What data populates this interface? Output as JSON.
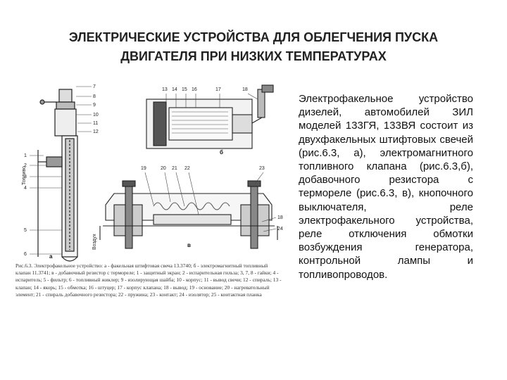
{
  "title": {
    "line1": "ЭЛЕКТРИЧЕСКИЕ УСТРОЙСТВА ДЛЯ ОБЛЕГЧЕНИЯ ПУСКА",
    "line2": "ДВИГАТЕЛЯ ПРИ НИЗКИХ ТЕМПЕРАТУРАХ"
  },
  "body_text": "Электрофакельное устройство дизелей, автомобилей ЗИЛ моделей 133ГЯ, 133ВЯ состоит из двухфакельных штифтовых свечей (рис.6.3, а), электромагнитного топливного клапана (рис.6.3,б), добавочного резистора с термореле (рис.6.3, в), кнопочного выключателя, реле электрофакельного устройства, реле отключения обмотки возбуждения генератора, контрольной лампы и топливопроводов.",
  "figure": {
    "panel_a": "а",
    "panel_b": "б",
    "panel_c": "в",
    "side_label_fuel": "Топливо",
    "side_label_air": "Воздух",
    "callouts_a": [
      "7",
      "8",
      "9",
      "10",
      "11",
      "12",
      "1",
      "2",
      "3",
      "4",
      "5",
      "6"
    ],
    "callouts_b": [
      "13",
      "14",
      "15",
      "16",
      "17",
      "18"
    ],
    "callouts_c": [
      "19",
      "20",
      "21",
      "22",
      "23",
      "18",
      "24"
    ],
    "caption": "Рис.6.3. Электрофакельное устройство: а - факельная штифтовая свеча 13.3740; б - электромагнитный топливный клапан 11.3741; в - добавочный резистор с термореле; 1 - защитный экран; 2 - испарительная гильза; 3, 7, 8 - гайки; 4 - испаритель; 5 - фильтр; 6 - топливный жиклер; 9 - изолирующая шайба; 10 - корпус; 11 - вывод свечи; 12 - спираль; 13 - клапан; 14 - якорь; 15 - обмотка; 16 - штуцер; 17 - корпус клапана; 18 - вывод; 19 - основание; 20 - нагревательный элемент; 21 - спираль добавочного резистора; 22 - пружина; 23 - контакт; 24 - изолятор; 25 - контактная планка"
  }
}
